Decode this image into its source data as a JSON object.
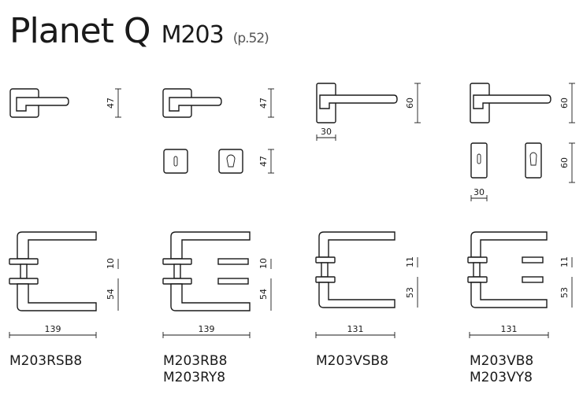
{
  "header": {
    "series": "Planet Q",
    "model": "M203",
    "page_ref": "(p.52)"
  },
  "dimensions": {
    "d47": "47",
    "d60": "60",
    "d30": "30",
    "d10": "10",
    "d11": "11",
    "d54": "54",
    "d53": "53",
    "d139": "139",
    "d131": "131"
  },
  "products": [
    {
      "codes": [
        "M203RSB8"
      ]
    },
    {
      "codes": [
        "M203RB8",
        "M203RY8"
      ]
    },
    {
      "codes": [
        "M203VSB8"
      ]
    },
    {
      "codes": [
        "M203VB8",
        "M203VY8"
      ]
    }
  ]
}
